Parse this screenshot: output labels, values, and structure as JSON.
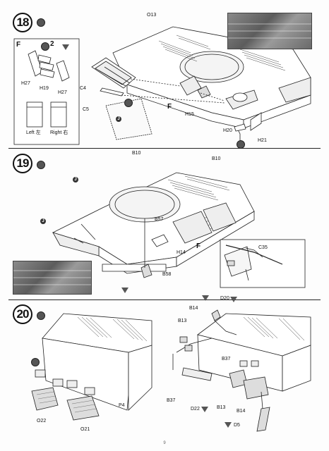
{
  "steps": {
    "s18": {
      "number": "18",
      "sub_label": "F",
      "sub_count": "2",
      "parts": {
        "c4": "C4",
        "c5": "C5",
        "h27a": "H27",
        "h19": "H19",
        "h27b": "H27",
        "o13": "O13",
        "f": "F",
        "h15": "H15",
        "h20": "H20",
        "h21": "H21",
        "j": "J"
      },
      "left_label": "Left 左",
      "right_label": "Right 右"
    },
    "s19": {
      "number": "19",
      "parts": {
        "b10a": "B10",
        "b10b": "B10",
        "b57": "B57",
        "h14": "H14",
        "f": "F",
        "c35": "C35",
        "b58": "B58",
        "ja": "J",
        "jb": "J"
      }
    },
    "s20": {
      "number": "20",
      "parts": {
        "o22": "O22",
        "o21": "O21",
        "p4": "P4",
        "b14a": "B14",
        "b13a": "B13",
        "d20": "D20",
        "b37a": "B37",
        "b37b": "B37",
        "d22": "D22",
        "b13b": "B13",
        "b14b": "B14",
        "d5": "D5"
      }
    }
  },
  "page_number": "9"
}
